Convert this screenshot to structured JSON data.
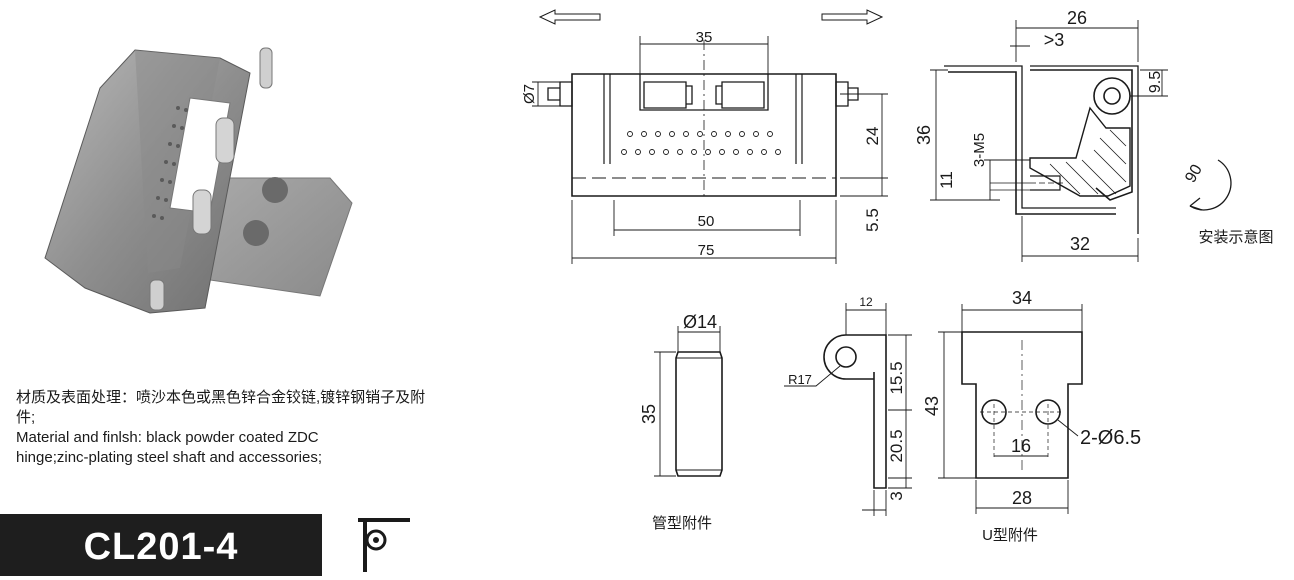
{
  "description": {
    "zh": "材质及表面处理：喷沙本色或黑色锌合金铰链,镀锌钢销子及附件;",
    "en1": "Material and finlsh: black powder coated ZDC",
    "en2": "hinge;zinc-plating steel shaft and accessories;"
  },
  "model": {
    "code": "CL201-4"
  },
  "main_view": {
    "dim_35": "35",
    "dim_7": "Ø7",
    "dim_24": "24",
    "dim_55": "5.5",
    "dim_50": "50",
    "dim_75": "75"
  },
  "side_view": {
    "dim_26": "26",
    "dim_3": ">3",
    "dim_95": "9.5",
    "dim_36": "36",
    "dim_m5": "3-M5",
    "dim_11": "11",
    "dim_32": "32",
    "rot": "90",
    "caption": "安装示意图"
  },
  "tube": {
    "dim_d": "Ø14",
    "dim_h": "35",
    "caption": "管型附件"
  },
  "bracket": {
    "dim_12": "12",
    "dim_r": "R17",
    "dim_155": "15.5",
    "dim_205": "20.5",
    "dim_3": "3"
  },
  "uplate": {
    "dim_34": "34",
    "dim_43": "43",
    "dim_16": "16",
    "dim_28": "28",
    "holes": "2-Ø6.5",
    "caption": "U型附件"
  }
}
